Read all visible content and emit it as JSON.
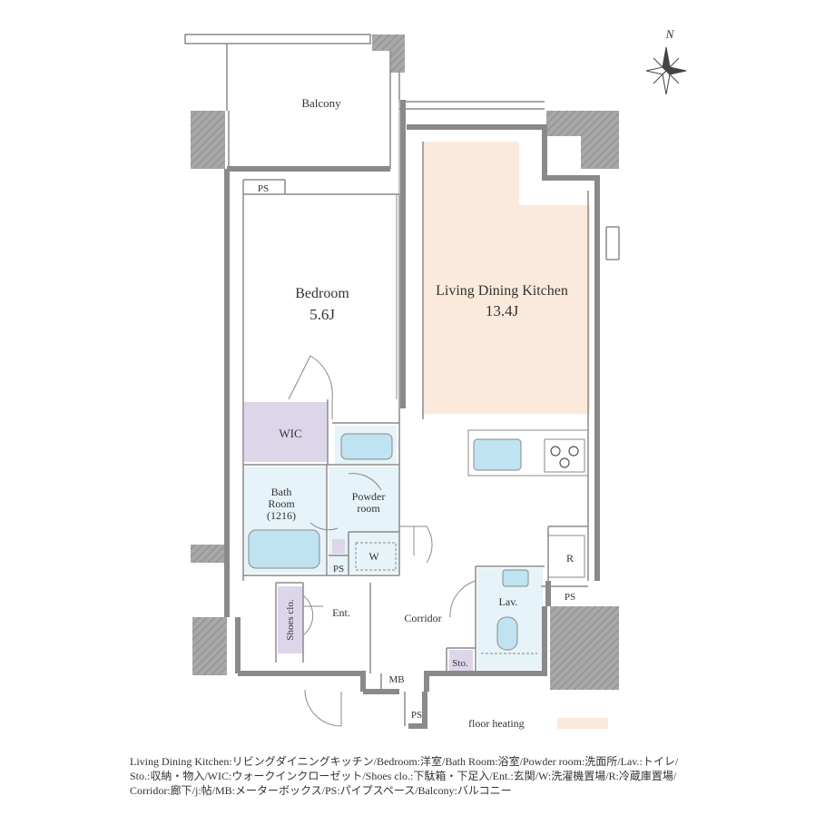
{
  "compass": {
    "north_label": "N"
  },
  "rooms": {
    "balcony": "Balcony",
    "ps_top": "PS",
    "bedroom": "Bedroom",
    "bedroom_size": "5.6J",
    "ldk": "Living Dining Kitchen",
    "ldk_size": "13.4J",
    "wic": "WIC",
    "bath_line1": "Bath",
    "bath_line2": "Room",
    "bath_line3": "(1216)",
    "powder_line1": "Powder",
    "powder_line2": "room",
    "washer": "W",
    "ps_bath": "PS",
    "fridge": "R",
    "ps_kitchen": "PS",
    "shoes": "Shoes clo.",
    "entrance": "Ent.",
    "corridor": "Corridor",
    "lavatory": "Lav.",
    "storage": "Sto.",
    "mb": "MB",
    "ps_bottom": "PS"
  },
  "floor_heating": {
    "label": "floor heating",
    "color": "#fbeadb"
  },
  "legend": [
    "Living Dining Kitchen:リビングダイニングキッチン/Bedroom:洋室/Bath Room:浴室/Powder room:洗面所/Lav.:トイレ/",
    "Sto.:収納・物入/WIC:ウォークインクローゼット/Shoes clo.:下駄箱・下足入/Ent.:玄関/W:洗濯機置場/R:冷蔵庫置場/",
    "Corridor:廊下/j:帖/MB:メーターボックス/PS:パイプスペース/Balcony:バルコニー"
  ],
  "colors": {
    "wall": "#8a8a8a",
    "column": "#9a9a9a",
    "closet": "#ddd6ea",
    "wet_area": "#e6f3f8",
    "fixture": "#bfe3f0"
  }
}
